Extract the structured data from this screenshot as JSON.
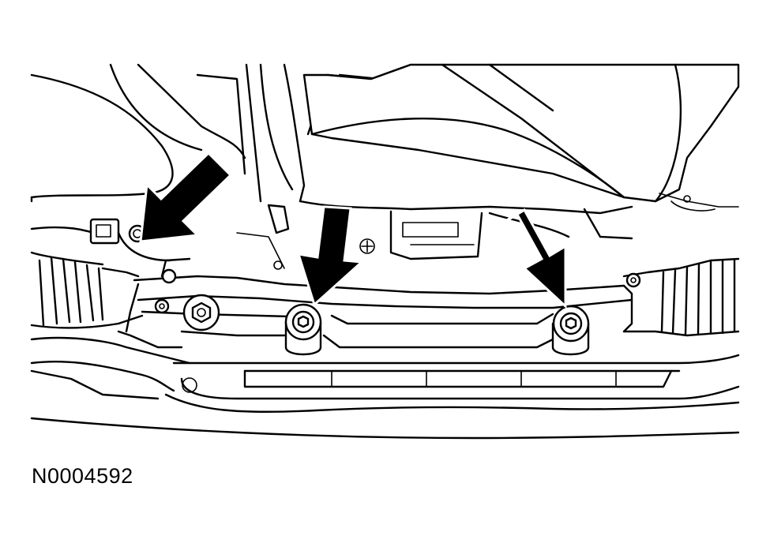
{
  "figure": {
    "id_label": "N0004592"
  },
  "callouts": [
    {
      "name": "arrow-left-bolt",
      "target": "steering-gear-nut"
    },
    {
      "name": "arrow-center-bolt",
      "target": "steering-gear-bolt"
    },
    {
      "name": "arrow-right-bolt",
      "target": "steering-gear-bolt"
    }
  ],
  "colors": {
    "line": "#000000",
    "background": "#ffffff"
  }
}
